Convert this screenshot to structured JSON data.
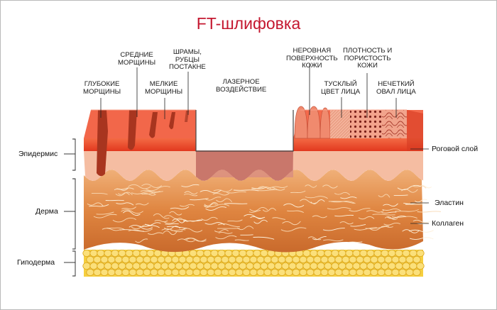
{
  "title": "FT-шлифовка",
  "top_labels": {
    "deep_wrinkles": [
      "ГЛУБОКИЕ",
      "МОРЩИНЫ"
    ],
    "medium_wrinkles": [
      "СРЕДНИЕ",
      "МОРЩИНЫ"
    ],
    "fine_wrinkles": [
      "МЕЛКИЕ",
      "МОРЩИНЫ"
    ],
    "scars": [
      "ШРАМЫ,",
      "РУБЦЫ",
      "ПОСТАКНЕ"
    ],
    "laser": [
      "ЛАЗЕРНОЕ",
      "ВОЗДЕЙСТВИЕ"
    ],
    "uneven_surface": [
      "НЕРОВНАЯ",
      "ПОВЕРХНОСТЬ",
      "КОЖИ"
    ],
    "dull_color": [
      "ТУСКЛЫЙ",
      "ЦВЕТ ЛИЦА"
    ],
    "density": [
      "ПЛОТНОСТЬ И",
      "ПОРИСТОСТЬ",
      "КОЖИ"
    ],
    "oval": [
      "НЕЧЕТКИЙ",
      "ОВАЛ ЛИЦА"
    ]
  },
  "left_labels": {
    "epidermis": "Эпидермис",
    "dermis": "Дерма",
    "hypodermis": "Гиподерма"
  },
  "right_labels": {
    "horny_layer": "Роговой слой",
    "elastin": "Эластин",
    "collagen": "Коллаген"
  },
  "colors": {
    "title": "#c4172f",
    "horny_layer": "#e8442a",
    "epidermis": "#f4b79b",
    "dermis": "#e08a45",
    "hypodermis": "#f4c93a",
    "laser_zone": "#d99082"
  }
}
